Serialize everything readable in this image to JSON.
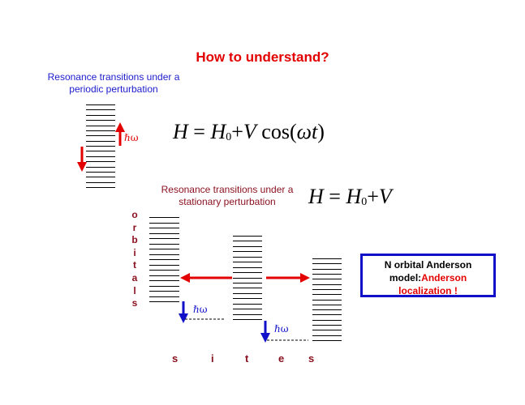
{
  "title": "How to understand?",
  "periodic_caption": [
    "Resonance transitions under a",
    "periodic perturbation"
  ],
  "stationary_caption": [
    "Resonance transitions under a",
    "stationary perturbation"
  ],
  "equation1": {
    "h": "H",
    "eq": "=",
    "h0": "H",
    "sub": "0",
    "plus": "+",
    "v": "V",
    "cos": "cos(",
    "omega": "ω",
    "t": "t",
    "close": ")"
  },
  "equation2": {
    "h": "H",
    "eq": "=",
    "h0": "H",
    "sub": "0",
    "plus": "+",
    "v": "V"
  },
  "hbar_omega": "ℏω",
  "orbitals_letters": [
    "o",
    "r",
    "b",
    "i",
    "t",
    "a",
    "l",
    "s"
  ],
  "sites_letters": [
    "s",
    "i",
    "t",
    "e",
    "s"
  ],
  "box": {
    "line1": "N orbital Anderson",
    "line2_prefix": "model:",
    "line2_red": "Anderson",
    "line3": "localization !"
  },
  "colors": {
    "title": "#e30000",
    "blue": "#1c1ccc",
    "dark_red": "#8a0f1e",
    "arrow_red": "#e30000",
    "arrow_blue": "#1010c8"
  }
}
